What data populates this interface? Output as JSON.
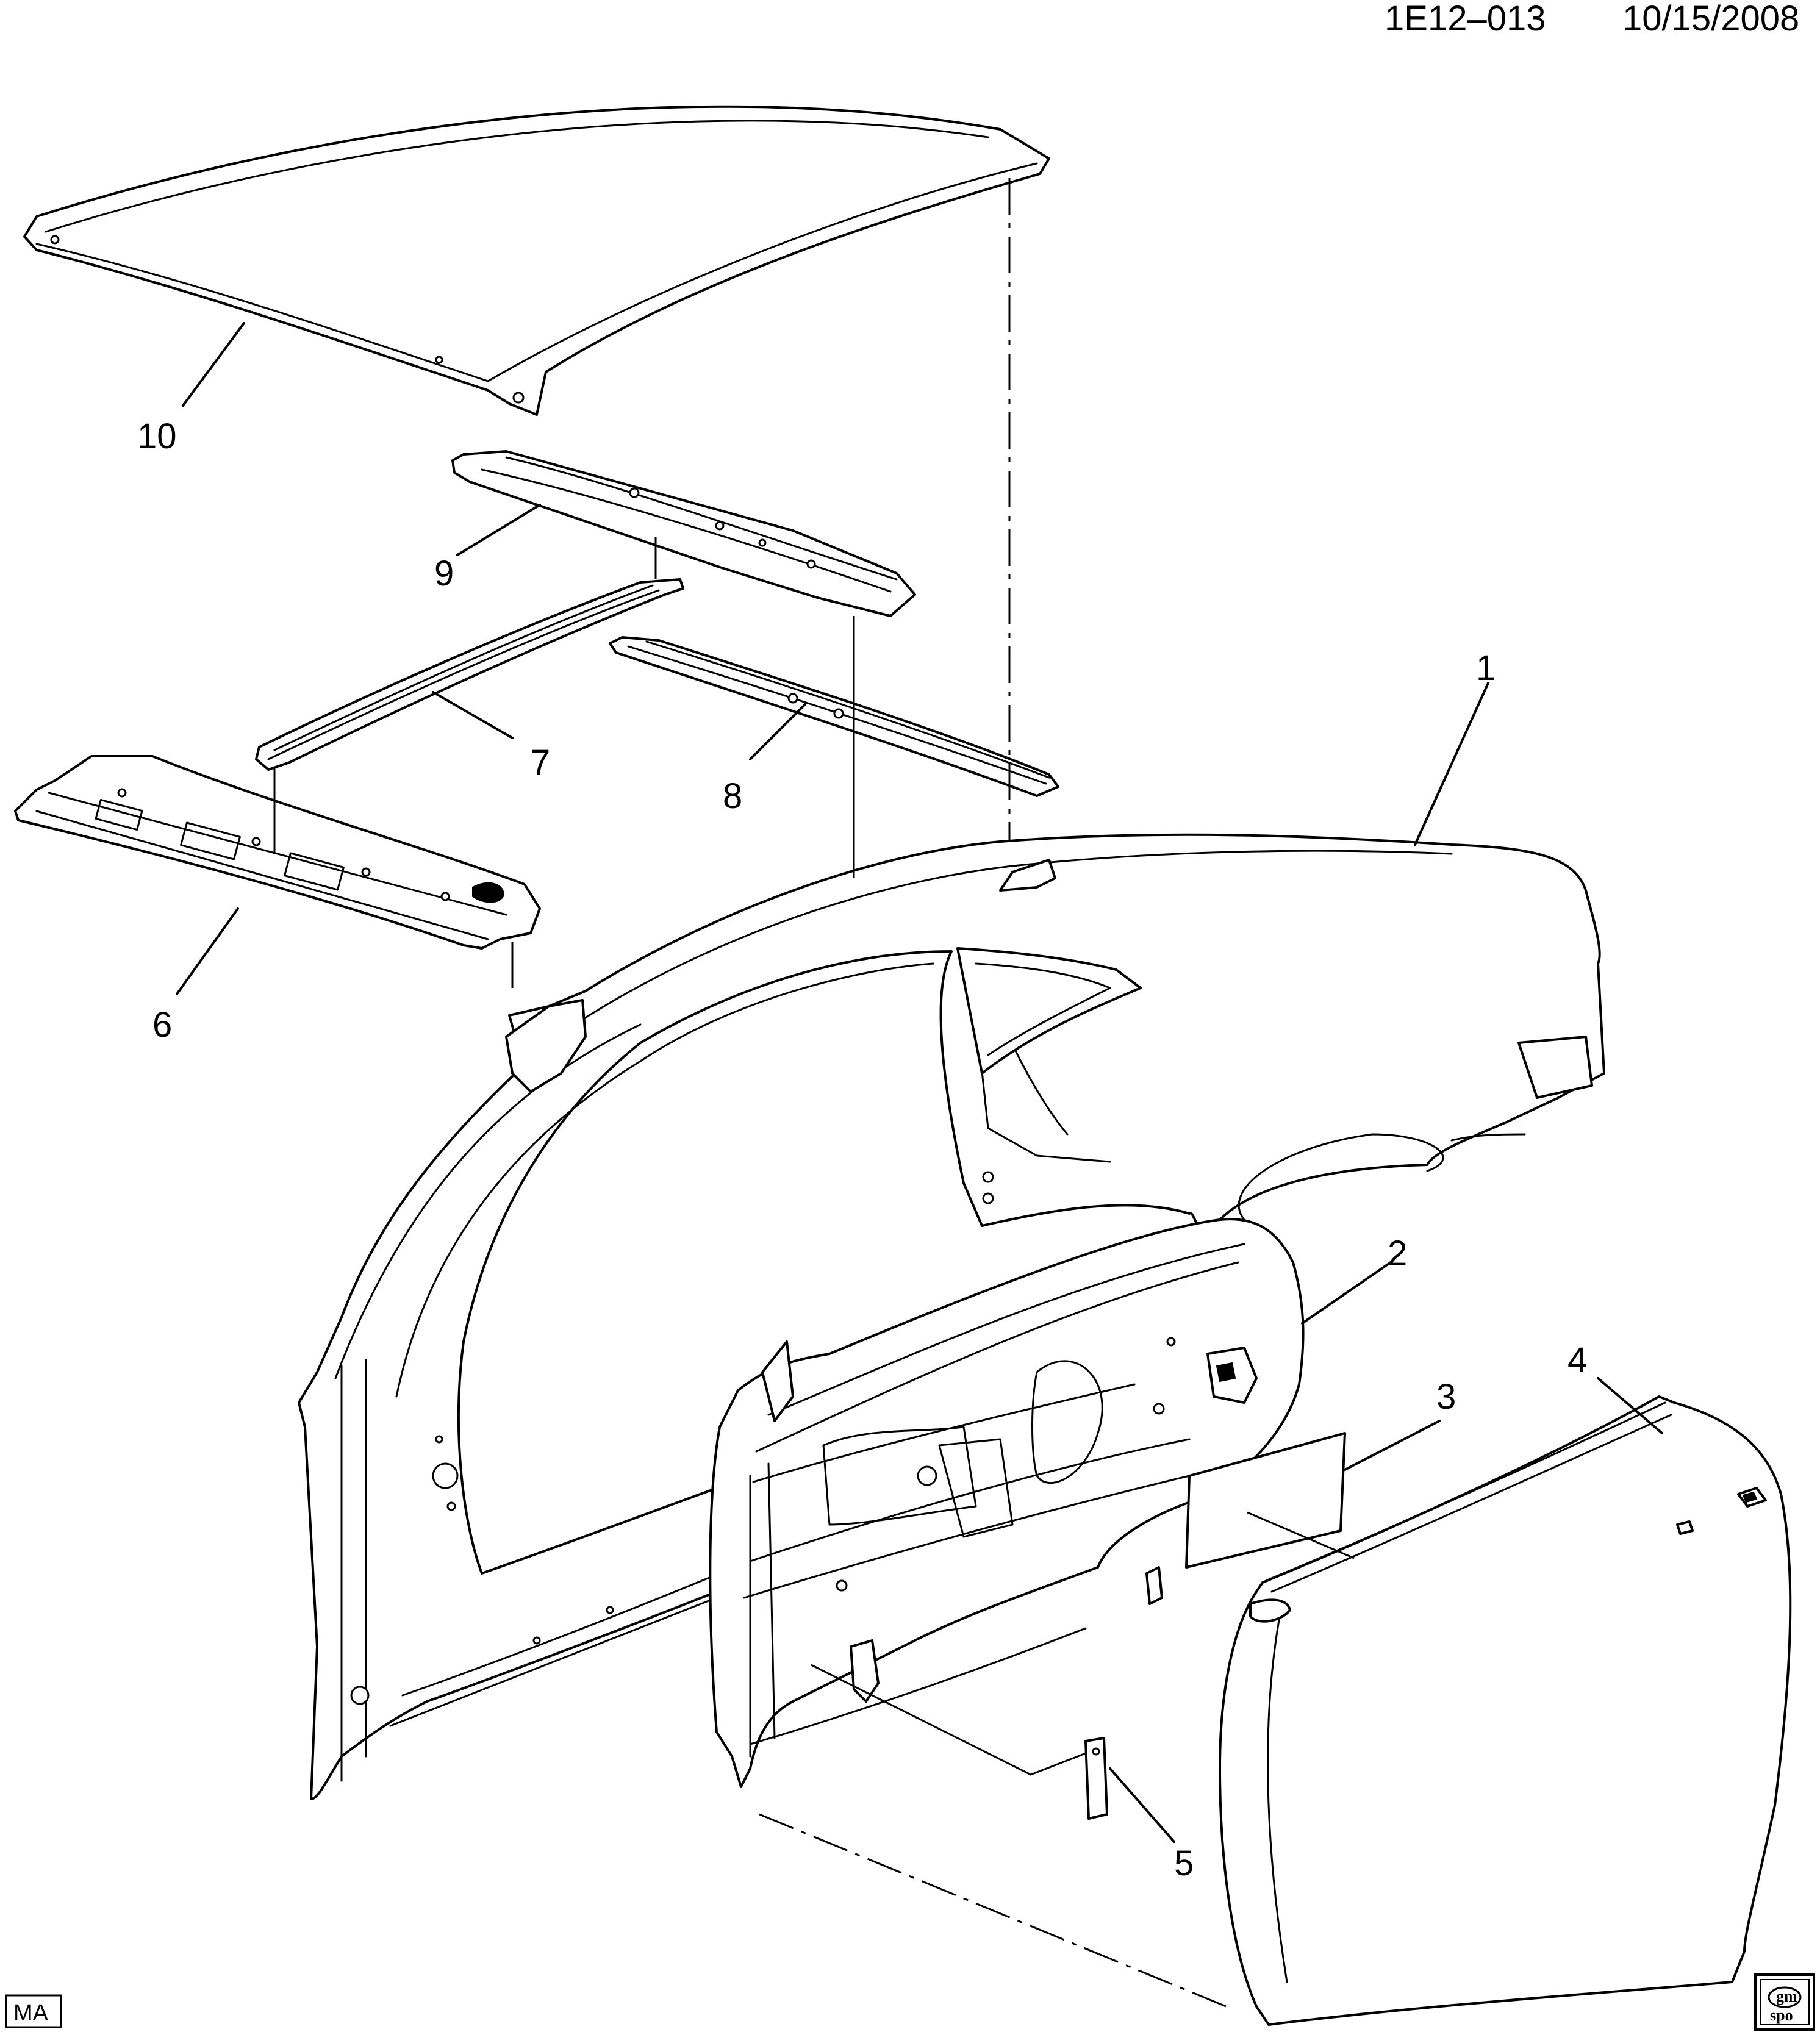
{
  "header": {
    "diagram_code": "1E12–013",
    "date": "10/15/2008"
  },
  "callouts": {
    "c1": "1",
    "c2": "2",
    "c3": "3",
    "c4": "4",
    "c5": "5",
    "c6": "6",
    "c7": "7",
    "c8": "8",
    "c9": "9",
    "c10": "10"
  },
  "footer": {
    "badge": "MA",
    "logo_top": "gm",
    "logo_bottom": "spo"
  }
}
